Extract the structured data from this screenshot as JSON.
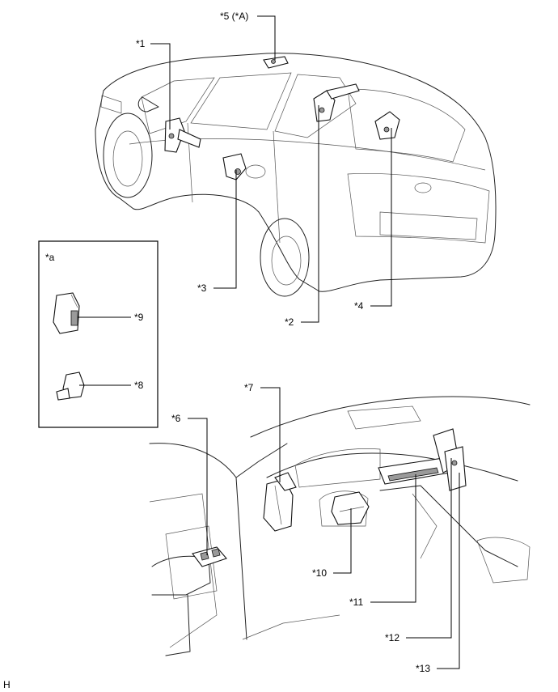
{
  "callouts": [
    {
      "id": "c1",
      "text": "*1"
    },
    {
      "id": "c2",
      "text": "*2"
    },
    {
      "id": "c3",
      "text": "*3"
    },
    {
      "id": "c4",
      "text": "*4"
    },
    {
      "id": "c5",
      "text": "*5 (*A)"
    },
    {
      "id": "c6",
      "text": "*6"
    },
    {
      "id": "c7",
      "text": "*7"
    },
    {
      "id": "c8",
      "text": "*8"
    },
    {
      "id": "c9",
      "text": "*9"
    },
    {
      "id": "c10",
      "text": "*10"
    },
    {
      "id": "c11",
      "text": "*11"
    },
    {
      "id": "c12",
      "text": "*12"
    },
    {
      "id": "c13",
      "text": "*13"
    }
  ],
  "inset": {
    "label": "*a"
  },
  "corner_mark": "H"
}
